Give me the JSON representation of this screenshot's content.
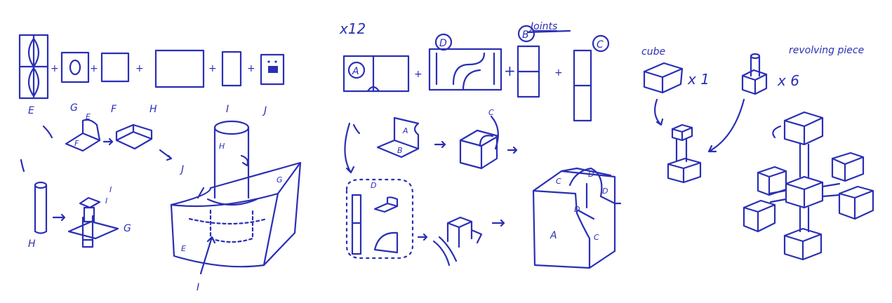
{
  "ink_color": "#2a2fb5",
  "left": {
    "parts": [
      "E",
      "G",
      "F",
      "H",
      "I",
      "J"
    ],
    "plus": "+",
    "steps": [
      "E",
      "F",
      "J",
      "H",
      "I",
      "G",
      "H",
      "G",
      "I",
      "E"
    ]
  },
  "middle": {
    "count": "x12",
    "joints": "Joints",
    "parts": [
      "A",
      "D",
      "B",
      "C"
    ],
    "plus": "+",
    "steps": [
      "A",
      "B",
      "C",
      "D",
      "C",
      "D",
      "D",
      "D",
      "A",
      "C"
    ]
  },
  "right": {
    "cube": "cube",
    "cube_mult": "x 1",
    "revolving": "revolving piece",
    "rev_mult": "x 6"
  }
}
